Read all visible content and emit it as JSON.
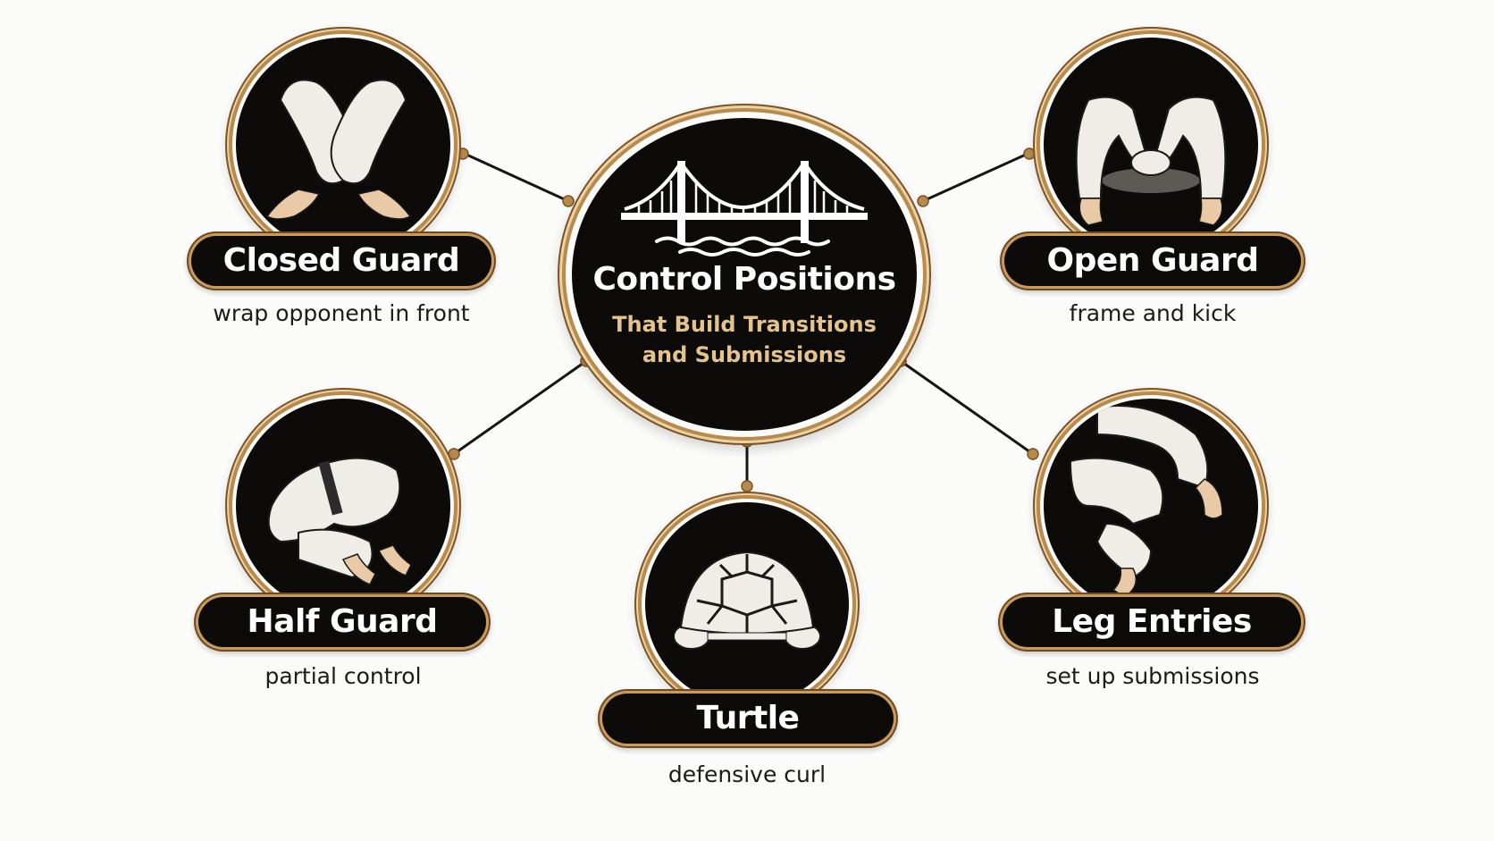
{
  "hub": {
    "title": "Control Positions",
    "subtitle_line1": "That Build Transitions",
    "subtitle_line2": "and Submissions",
    "icon": "suspension-bridge-icon"
  },
  "nodes": {
    "closed_guard": {
      "label": "Closed Guard",
      "caption": "wrap opponent in front",
      "icon": "crossed-legs-icon"
    },
    "open_guard": {
      "label": "Open Guard",
      "caption": "frame and kick",
      "icon": "open-legs-icon"
    },
    "half_guard": {
      "label": "Half Guard",
      "caption": "partial control",
      "icon": "half-guard-figure-icon"
    },
    "turtle": {
      "label": "Turtle",
      "caption": "defensive curl",
      "icon": "turtle-shell-icon"
    },
    "leg_entries": {
      "label": "Leg Entries",
      "caption": "set up submissions",
      "icon": "leg-entanglement-icon"
    }
  },
  "colors": {
    "background": "#fbfbfa",
    "circle_fill": "#0d0b0a",
    "gold_ring": "#b88a4c",
    "gold_text": "#e4c48c",
    "gi_white": "#efede6"
  }
}
